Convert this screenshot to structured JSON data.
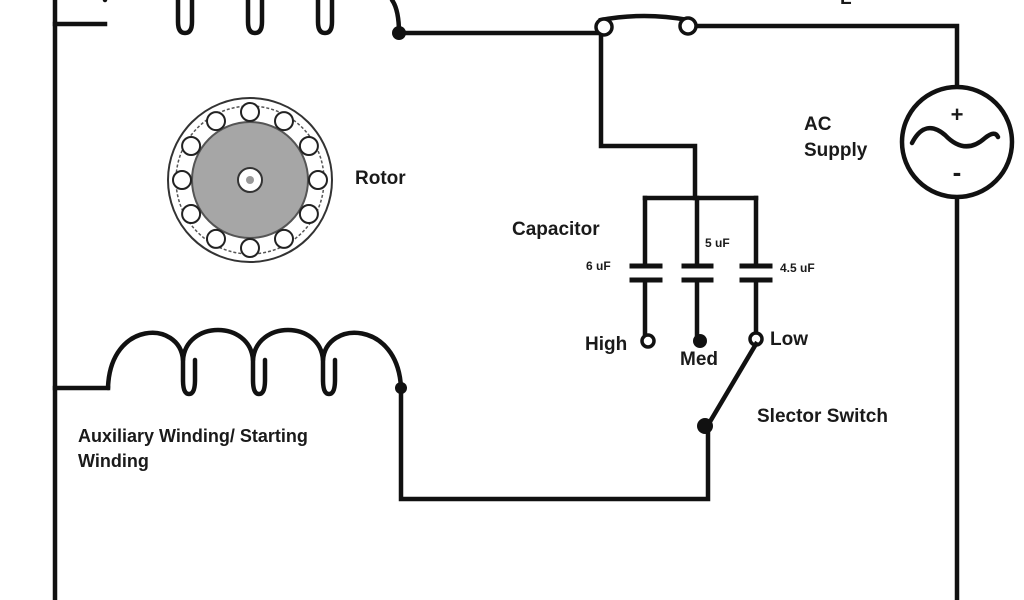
{
  "labels": {
    "top_right_partial": "L",
    "ac_supply_line1": "AC",
    "ac_supply_line2": "Supply",
    "plus_sign": "+",
    "minus_sign": "-",
    "rotor": "Rotor",
    "capacitor": "Capacitor",
    "cap_6": "6 uF",
    "cap_5": "5 uF",
    "cap_45": "4.5 uF",
    "high": "High",
    "med": "Med",
    "low": "Low",
    "selector_switch": "Slector Switch",
    "aux_winding_line1": "Auxiliary Winding/ Starting",
    "aux_winding_line2": "Winding"
  },
  "colors": {
    "stroke": "#111111",
    "rotor_fill": "#a6a6a6",
    "background": "#ffffff"
  }
}
